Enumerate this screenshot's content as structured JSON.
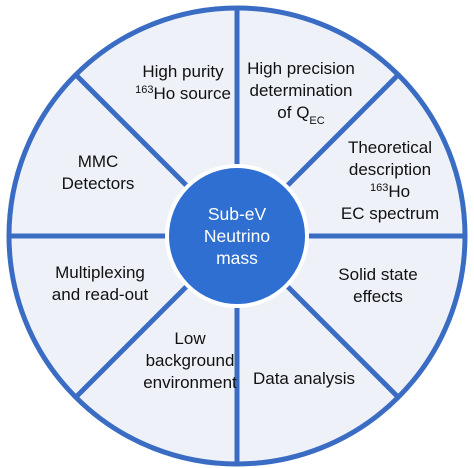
{
  "diagram": {
    "center": {
      "lines": [
        "Sub-eV",
        "Neutrino",
        "mass"
      ]
    },
    "segments": [
      {
        "id": "ho-source",
        "lines": [
          [
            {
              "t": "High purity"
            }
          ],
          [
            {
              "t": "163",
              "sup": true
            },
            {
              "t": "Ho source"
            }
          ]
        ]
      },
      {
        "id": "qec",
        "lines": [
          [
            {
              "t": "High precision"
            }
          ],
          [
            {
              "t": "determination"
            }
          ],
          [
            {
              "t": "of Q"
            },
            {
              "t": "EC",
              "sub": true
            }
          ]
        ]
      },
      {
        "id": "theory",
        "lines": [
          [
            {
              "t": "Theoretical"
            }
          ],
          [
            {
              "t": "description"
            }
          ],
          [
            {
              "t": "163",
              "sup": true
            },
            {
              "t": "Ho"
            }
          ],
          [
            {
              "t": "EC spectrum"
            }
          ]
        ]
      },
      {
        "id": "solid-state",
        "lines": [
          [
            {
              "t": "Solid state"
            }
          ],
          [
            {
              "t": "effects"
            }
          ]
        ]
      },
      {
        "id": "data-analysis",
        "lines": [
          [
            {
              "t": "Data analysis"
            }
          ]
        ]
      },
      {
        "id": "background",
        "lines": [
          [
            {
              "t": "Low"
            }
          ],
          [
            {
              "t": "background"
            }
          ],
          [
            {
              "t": "environment"
            }
          ]
        ]
      },
      {
        "id": "multiplexing",
        "lines": [
          [
            {
              "t": "Multiplexing"
            }
          ],
          [
            {
              "t": "and read-out"
            }
          ]
        ]
      },
      {
        "id": "mmc",
        "lines": [
          [
            {
              "t": "MMC"
            }
          ],
          [
            {
              "t": "Detectors"
            }
          ]
        ]
      }
    ],
    "colors": {
      "ring_fill": "#eef2f8",
      "ring_stroke": "#3b6cc4",
      "hub_fill": "#2f6fd2",
      "hub_stroke": "#ffffff",
      "text": "#111111",
      "center_text": "#ffffff"
    }
  }
}
